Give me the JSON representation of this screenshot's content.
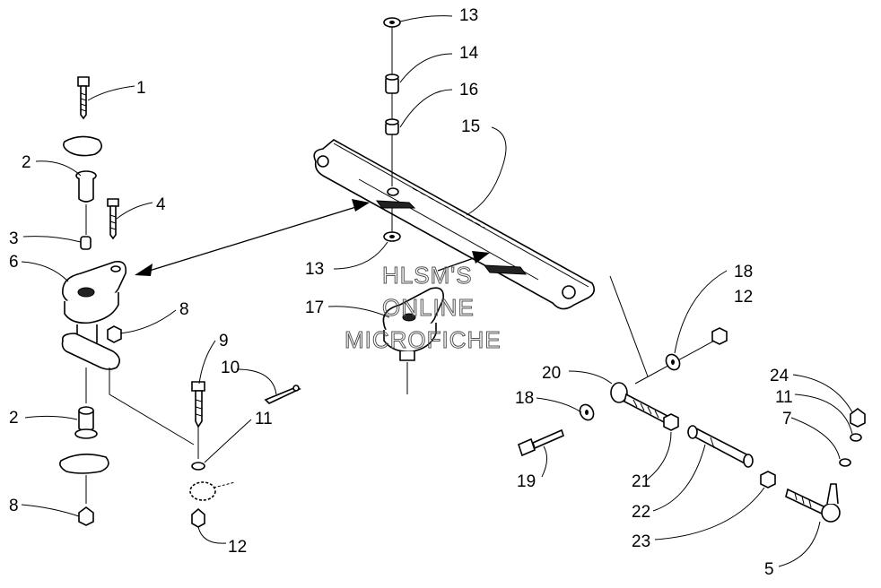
{
  "watermark": [
    "HLSM'S",
    "ONLINE",
    "MICROFICHE"
  ],
  "callouts": {
    "c1": "1",
    "c2a": "2",
    "c2b": "2",
    "c3": "3",
    "c4": "4",
    "c5": "5",
    "c6": "6",
    "c7": "7",
    "c8a": "8",
    "c8b": "8",
    "c9": "9",
    "c10": "10",
    "c11a": "11",
    "c11b": "11",
    "c12a": "12",
    "c12b": "12",
    "c13a": "13",
    "c13b": "13",
    "c14": "14",
    "c15": "15",
    "c16": "16",
    "c17": "17",
    "c18a": "18",
    "c18b": "18",
    "c19": "19",
    "c20": "20",
    "c21": "21",
    "c22": "22",
    "c23": "23",
    "c24": "24"
  }
}
